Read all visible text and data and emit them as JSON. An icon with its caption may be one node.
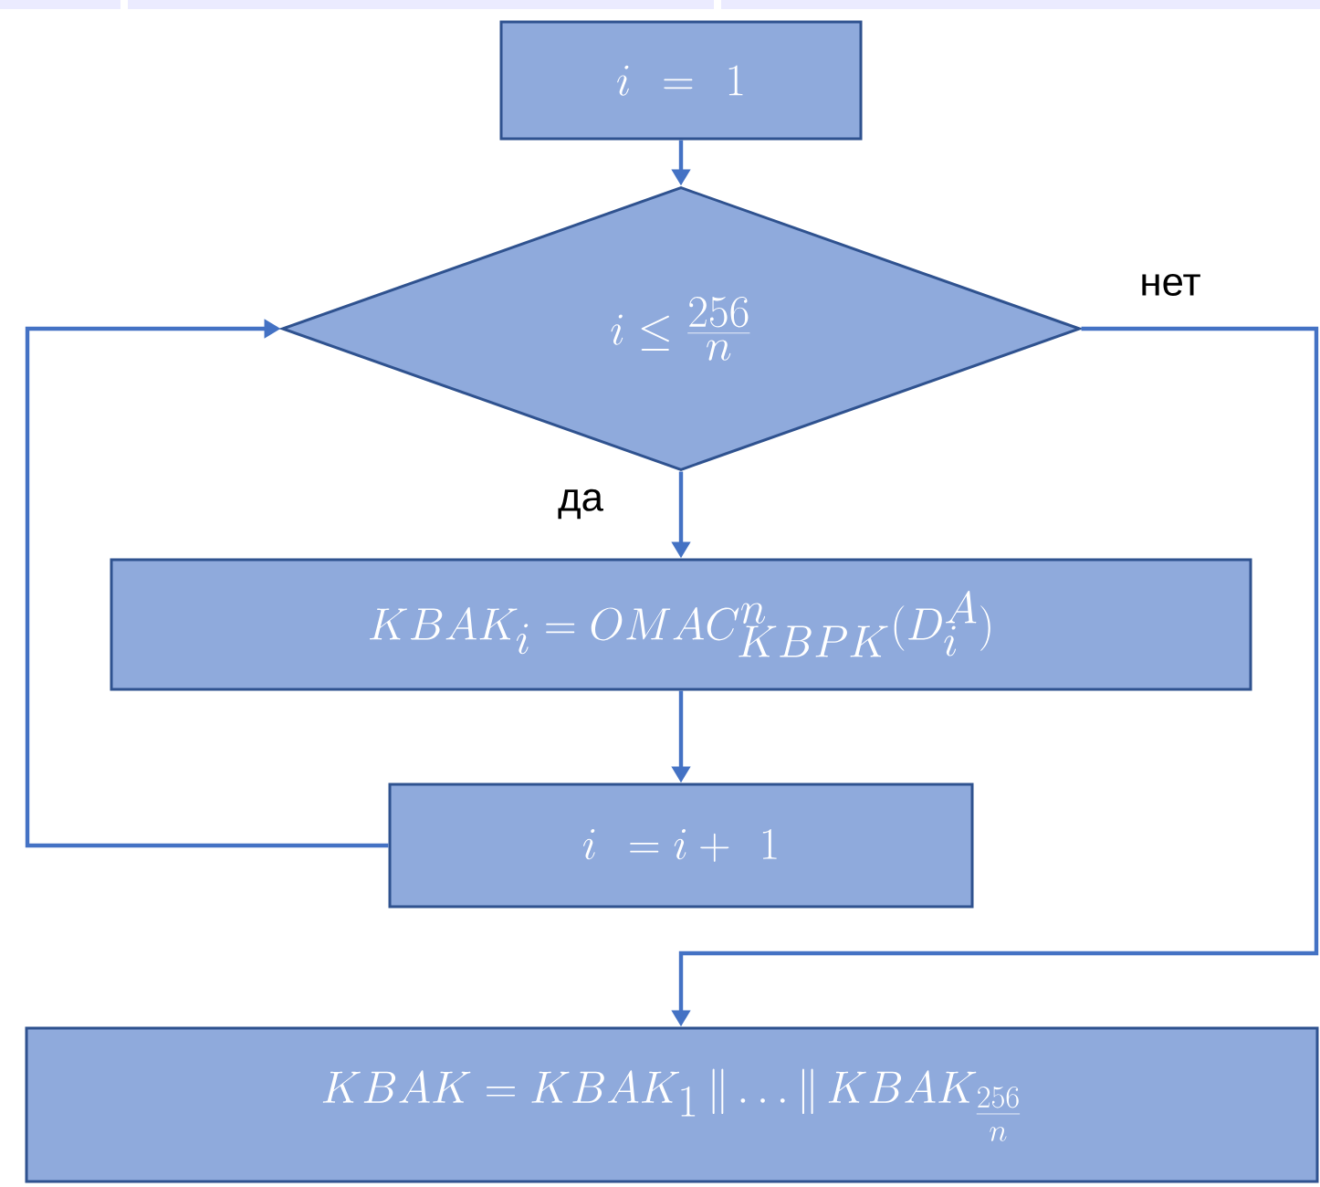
{
  "diagram": {
    "nodes": [
      {
        "text": [
          "i\\ =\\ 1"
        ]
      },
      {
        "text": [
          "i \\le \\frac{256}{n}"
        ]
      },
      {
        "text": [
          "KBAK_i = OMAC^{n}_{KBPK}(D^{A}_{i})"
        ]
      },
      {
        "text": [
          "i\\ = i +\\ 1"
        ]
      },
      {
        "text": [
          "KBAK = KBAK_1 \\,\\|\\ldots\\|\\, KBAK_{\\frac{256}{n}}"
        ]
      }
    ],
    "edges": [
      {
        "from": 0,
        "to": 1,
        "arrow": "to"
      },
      {
        "from": 1,
        "to": 2,
        "arrow": "to",
        "label": "да"
      },
      {
        "from": 2,
        "to": 3,
        "arrow": "to"
      },
      {
        "from": 3,
        "to": 1,
        "arrow": "to"
      },
      {
        "from": 1,
        "to": 4,
        "arrow": "to",
        "label": "нет"
      }
    ]
  }
}
